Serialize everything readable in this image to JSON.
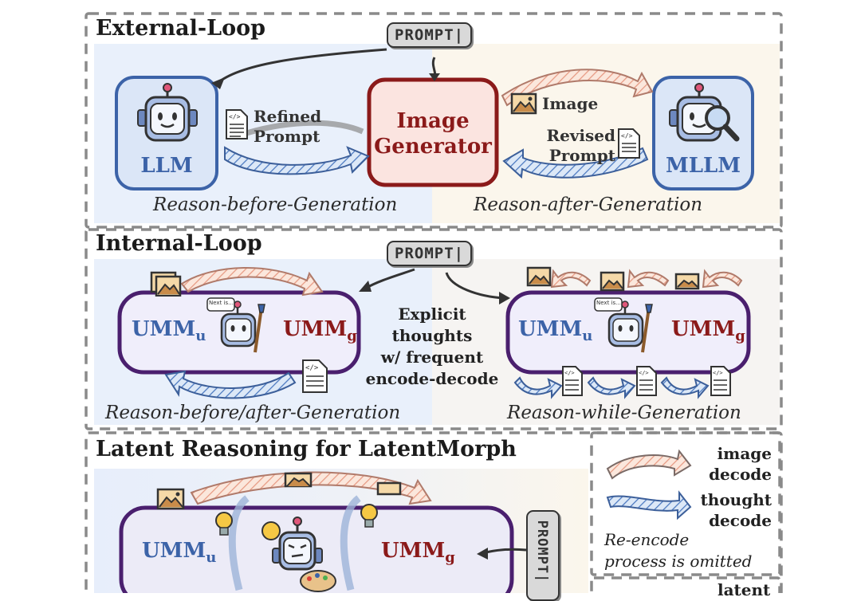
{
  "colors": {
    "llm_blue": "#3c63a8",
    "image_red": "#8b1a1a",
    "umm_purple": "#4a1f6e",
    "panel_blue": "#e8f0fb",
    "panel_peach": "#fbf5ea",
    "dash_gray": "#8a8a8a"
  },
  "external": {
    "title": "External-Loop",
    "prompt": "PROMPT|",
    "llm_label": "LLM",
    "image_gen_line1": "Image",
    "image_gen_line2": "Generator",
    "mllm_label": "MLLM",
    "refined_prompt_line1": "Refined",
    "refined_prompt_line2": "Prompt",
    "image_label": "Image",
    "revised_prompt_line1": "Revised",
    "revised_prompt_line2": "Prompt",
    "caption_left": "Reason-before-Generation",
    "caption_right": "Reason-after-Generation"
  },
  "internal": {
    "title": "Internal-Loop",
    "prompt": "PROMPT|",
    "umm_u": "UMM",
    "sub_u": "u",
    "umm_g": "UMM",
    "sub_g": "g",
    "bubble": "Next is...",
    "center_text": [
      "Explicit",
      "thoughts",
      "w/ frequent",
      "encode-decode"
    ],
    "caption_left": "Reason-before/after-Generation",
    "caption_right": "Reason-while-Generation"
  },
  "latent": {
    "title": "Latent Reasoning for LatentMorph",
    "prompt": "PROMPT|",
    "umm_u": "UMM",
    "sub_u": "u",
    "umm_g": "UMM",
    "sub_g": "g",
    "partial_text": "latent"
  },
  "legend": {
    "image_decode_1": "image",
    "image_decode_2": "decode",
    "thought_decode_1": "thought",
    "thought_decode_2": "decode",
    "note_1": "Re-encode",
    "note_2": "process is omitted"
  },
  "icons": [
    "robot-icon",
    "magnifier-icon",
    "document-icon",
    "image-icon",
    "paintbrush-icon",
    "lightbulb-icon",
    "palette-icon"
  ]
}
